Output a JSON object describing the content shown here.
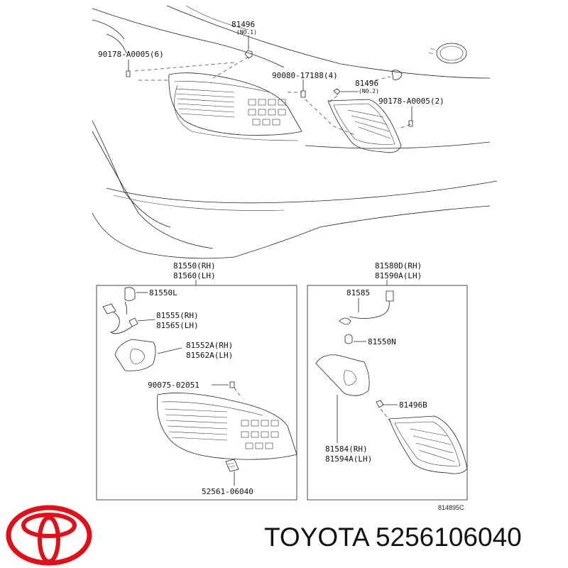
{
  "parts": {
    "p1_num": "81496",
    "p1_note": "(NO.1)",
    "p2": "90178-A0005(6)",
    "p3": "90080-17188(4)",
    "p4_num": "81496",
    "p4_note": "(NO.2)",
    "p5": "90178-A0005(2)",
    "left_group_rh": "81550(RH)",
    "left_group_lh": "81560(LH)",
    "right_group_rh": "81580D(RH)",
    "right_group_lh": "81590A(LH)",
    "p_81550L": "81550L",
    "p_81555": "81555(RH)",
    "p_81565": "81565(LH)",
    "p_81552A": "81552A(RH)",
    "p_81562A": "81562A(LH)",
    "p_90075": "90075-02051",
    "p_52561": "52561-06040",
    "p_81585": "81585",
    "p_81550N": "81550N",
    "p_81496B": "81496B",
    "p_81584": "81584(RH)",
    "p_81594A": "81594A(LH)"
  },
  "diagram_ref": "814895C",
  "brand": {
    "name": "TOYOTA",
    "part_number": "5256106040",
    "logo_color": "#e0101a"
  }
}
